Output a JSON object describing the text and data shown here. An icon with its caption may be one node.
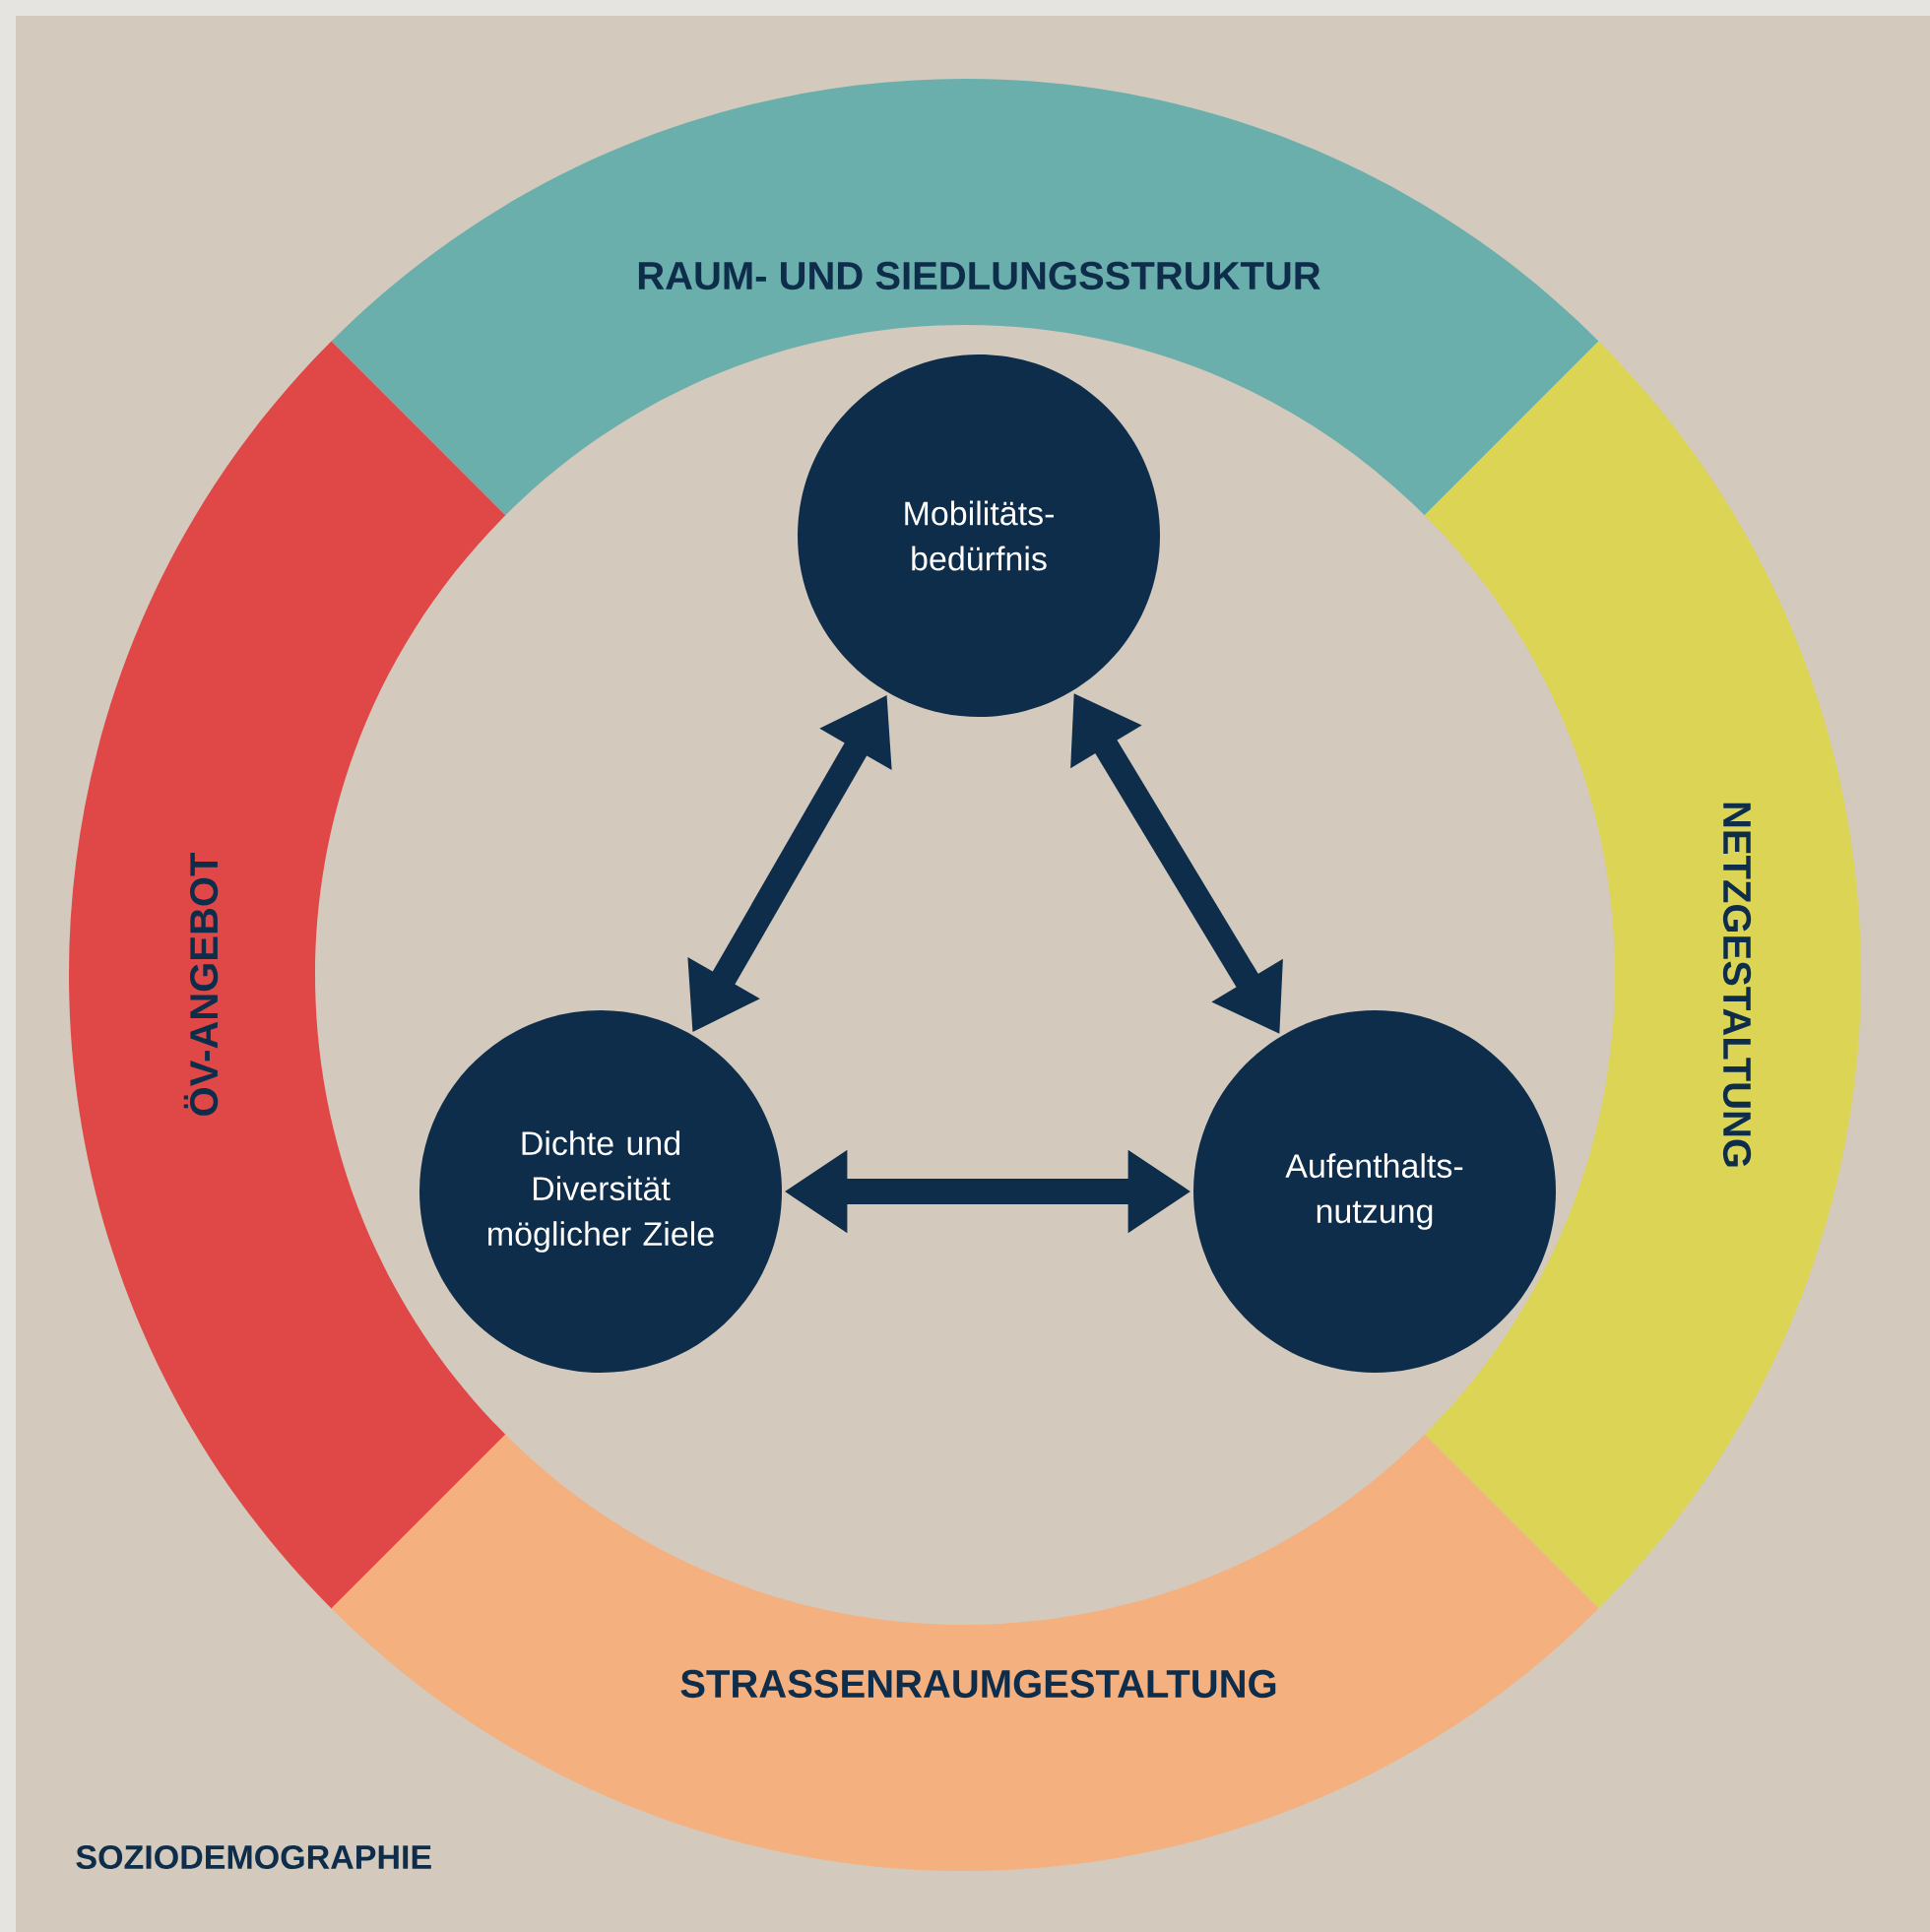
{
  "diagram": {
    "nodes": [
      {
        "text": [
          "RAUM- UND SIEDLUNGSSTRUKTUR"
        ]
      },
      {
        "text": [
          "Mobilitäts- bedürfnis"
        ]
      },
      {
        "text": [
          "ÖV-ANGEBOT"
        ]
      },
      {
        "text": [
          "Dichte und Diversität möglicher Ziele"
        ]
      },
      {
        "text": [
          "Aufenthalts- nutzung"
        ]
      },
      {
        "text": [
          "NETZGESTALTUNG"
        ]
      },
      {
        "text": [
          "STRASSENRAUMGESTALTUNG"
        ]
      }
    ],
    "edges": [
      {
        "from": 3,
        "to": 1,
        "arrow": "both"
      },
      {
        "from": 1,
        "to": 4,
        "arrow": "both"
      },
      {
        "from": 3,
        "to": 4,
        "arrow": "both"
      }
    ],
    "labels": [
      "SOZIODEMOGRAPHIE"
    ]
  }
}
